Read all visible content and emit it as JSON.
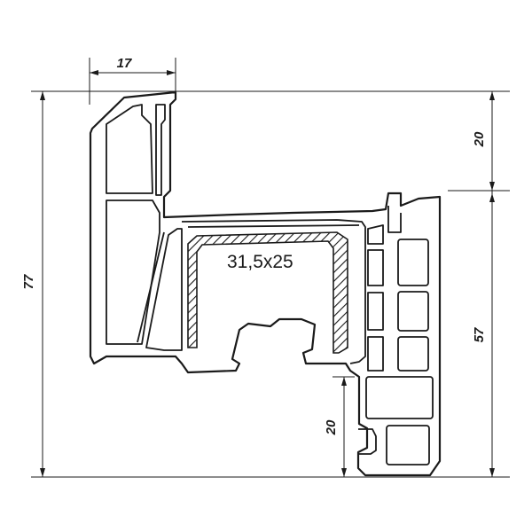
{
  "dimensions": {
    "top_width": "17",
    "total_height": "77",
    "upper_right_height": "20",
    "lower_right_height": "57",
    "bottom_height": "20"
  },
  "reinforcement": {
    "label": "31,5x25"
  }
}
